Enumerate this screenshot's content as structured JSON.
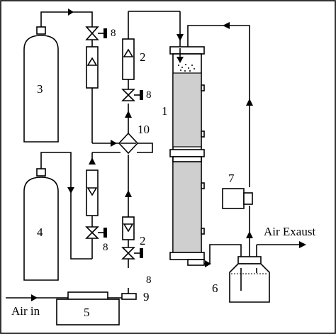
{
  "diagram": {
    "labels": {
      "column": "1",
      "flowmeter_top": "2",
      "flowmeter_bottom": "2",
      "cylinder_a": "3",
      "cylinder_b": "4",
      "pump": "5",
      "bottle": "6",
      "sensor": "7",
      "valve_a": "8",
      "valve_b": "8",
      "valve_c": "8",
      "valve_d": "8",
      "fitting": "9",
      "mixer": "10"
    },
    "texts": {
      "air_in": "Air in",
      "air_exhaust": "Air Exaust"
    },
    "colors": {
      "line": "#000000",
      "packing": "#cfcfcf",
      "background": "#ffffff"
    }
  }
}
